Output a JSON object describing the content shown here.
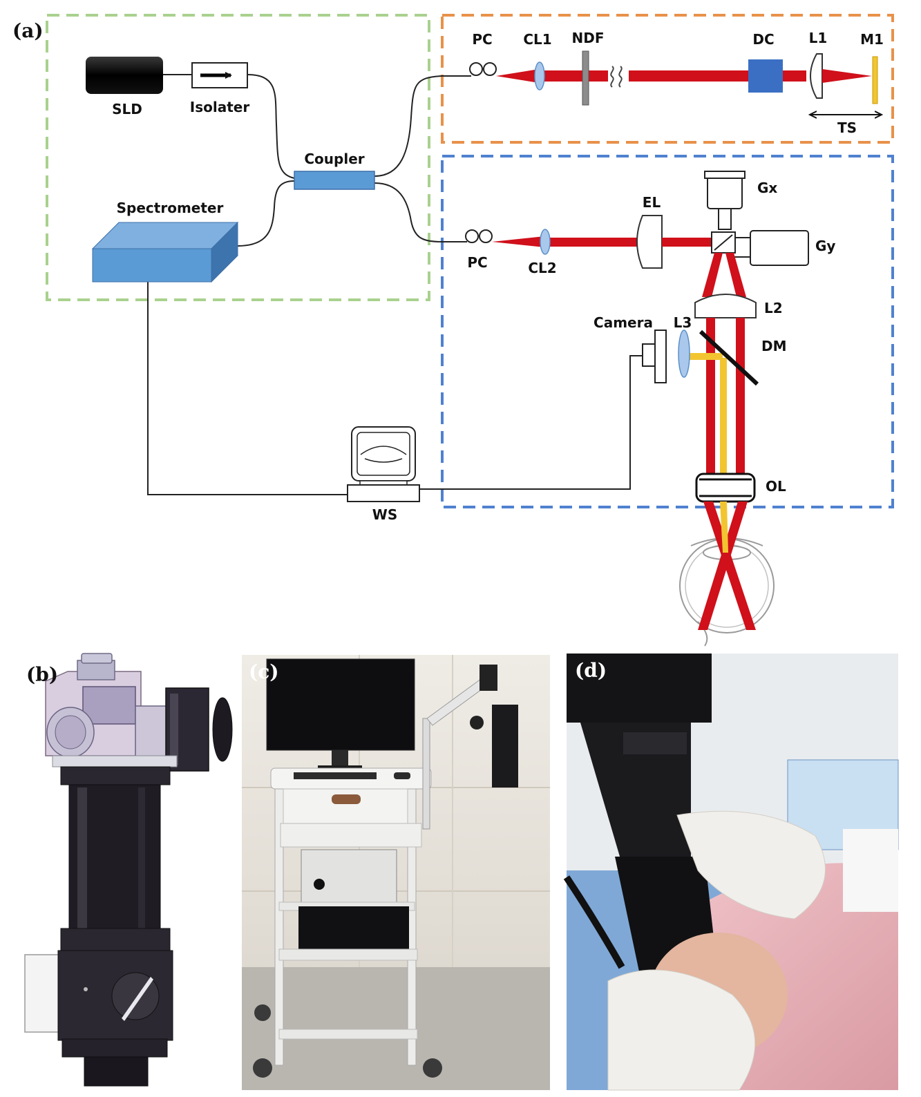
{
  "panels": {
    "a": "(a)",
    "b": "(b)",
    "c": "(c)",
    "d": "(d)"
  },
  "labels": {
    "sld": "SLD",
    "isolater": "Isolater",
    "coupler": "Coupler",
    "spectrometer": "Spectrometer",
    "pc_ref": "PC",
    "cl1": "CL1",
    "ndf": "NDF",
    "dc": "DC",
    "l1": "L1",
    "m1": "M1",
    "ts": "TS",
    "gx": "Gx",
    "el": "EL",
    "gy": "Gy",
    "pc_sample": "PC",
    "cl2": "CL2",
    "l2": "L2",
    "camera": "Camera",
    "l3": "L3",
    "dm": "DM",
    "ol": "OL",
    "ws": "WS"
  },
  "colors": {
    "green_box": "#a9d18e",
    "orange_box": "#e8914a",
    "blue_box": "#4f81d0",
    "beam_red": "#d0101a",
    "beam_yellow": "#f2c530",
    "component_blue": "#5b9bd5",
    "dc_blue": "#3b6fc4",
    "fiber": "#222222"
  }
}
